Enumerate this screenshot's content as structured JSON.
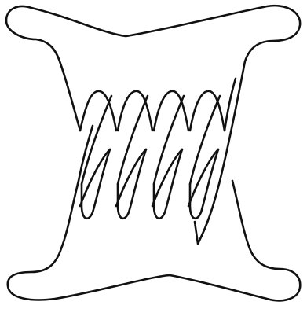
{
  "diagram": {
    "kind": "knot-diagram",
    "stroke_color": "#111111",
    "background_color": "#ffffff",
    "twist_region": {
      "crossing_count": 8,
      "helix_loops": 4
    }
  }
}
